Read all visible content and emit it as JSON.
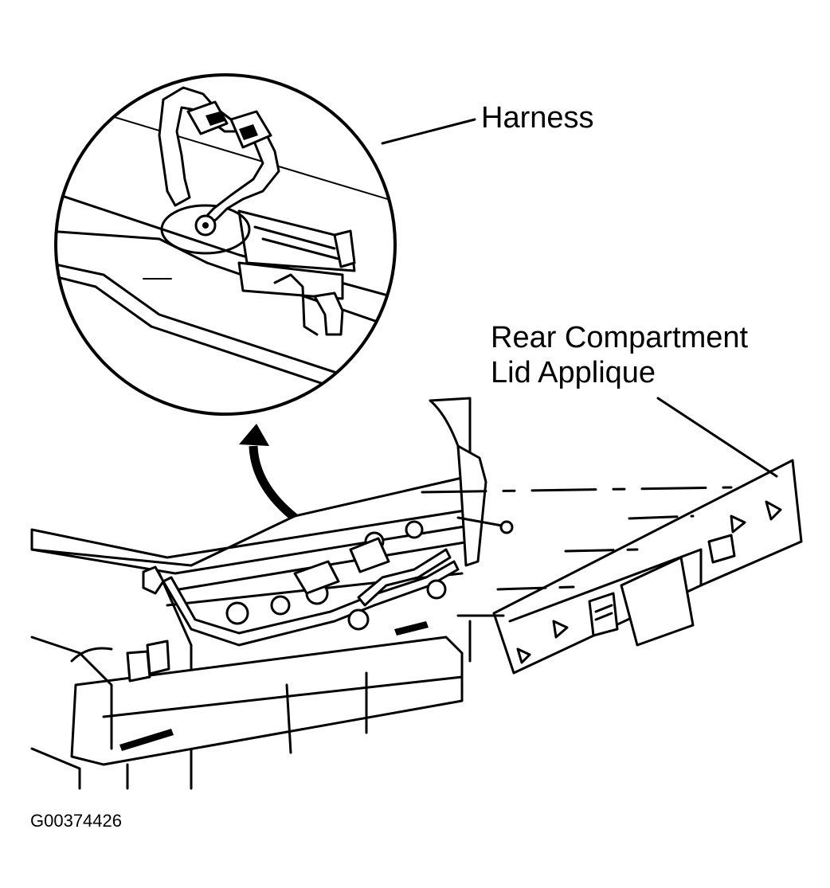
{
  "labels": {
    "harness": "Harness",
    "applique_line1": "Rear Compartment",
    "applique_line2": "Lid Applique",
    "figure_id": "G00374426"
  }
}
